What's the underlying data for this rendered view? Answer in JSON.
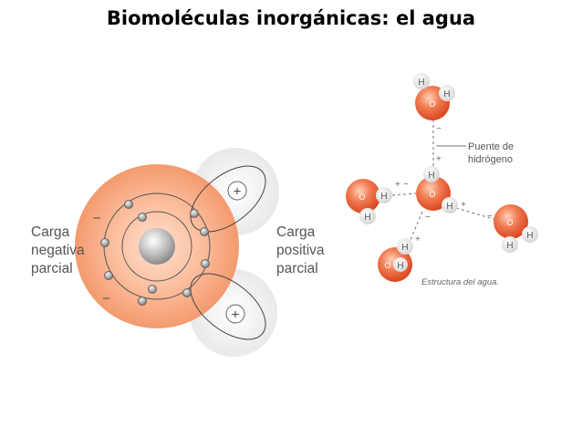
{
  "title": "Biomoléculas inorgánicas: el agua",
  "left_diagram": {
    "negative_label": [
      "Carga",
      "negativa",
      "parcial"
    ],
    "positive_label": [
      "Carga",
      "positiva",
      "parcial"
    ],
    "minus_sign": "−",
    "plus_sign": "+"
  },
  "right_diagram": {
    "hydrogen_symbol": "H",
    "oxygen_symbol": "O",
    "bond_label": [
      "Puente de",
      "hidrógeno"
    ],
    "caption": "Estructura del agua.",
    "plus_sign": "+",
    "minus_sign": "−"
  },
  "colors": {
    "oxygen": "#e8603c",
    "hydrogen": "#ececec",
    "cloud": "#f8b08c",
    "text": "#555555"
  }
}
